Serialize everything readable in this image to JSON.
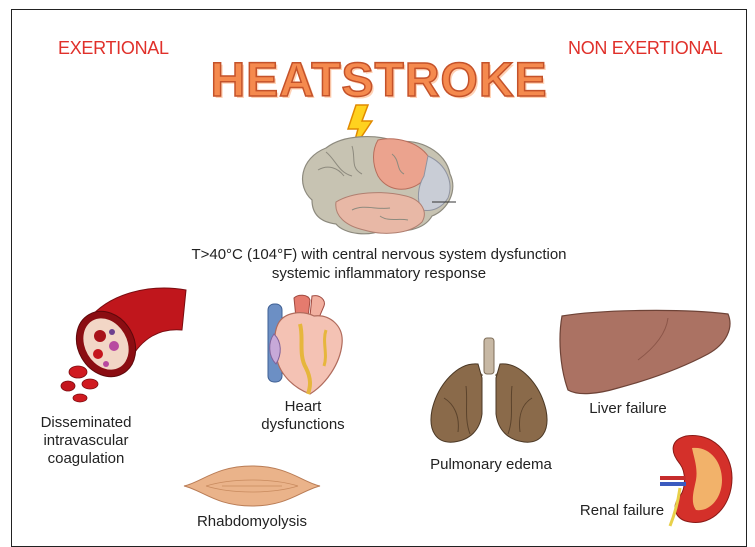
{
  "title": "HEATSTROKE",
  "left_heading": "EXERTIONAL",
  "right_heading": "NON EXERTIONAL",
  "definition_line1": "T>40°C (104°F) with central nervous system dysfunction",
  "definition_line2": "systemic inflammatory response",
  "complications": {
    "dic_line1": "Disseminated",
    "dic_line2": "intravascular",
    "dic_line3": "coagulation",
    "heart_line1": "Heart",
    "heart_line2": "dysfunctions",
    "rhabdo": "Rhabdomyolysis",
    "pulmonary": "Pulmonary edema",
    "liver": "Liver failure",
    "renal": "Renal failure"
  },
  "colors": {
    "title_fill": "#f58a4e",
    "heading_red": "#e0302a"
  },
  "icons": [
    "lightning-icon",
    "brain-illustration",
    "blood-vessel-illustration",
    "heart-illustration",
    "muscle-illustration",
    "lungs-illustration",
    "liver-illustration",
    "kidney-illustration"
  ]
}
